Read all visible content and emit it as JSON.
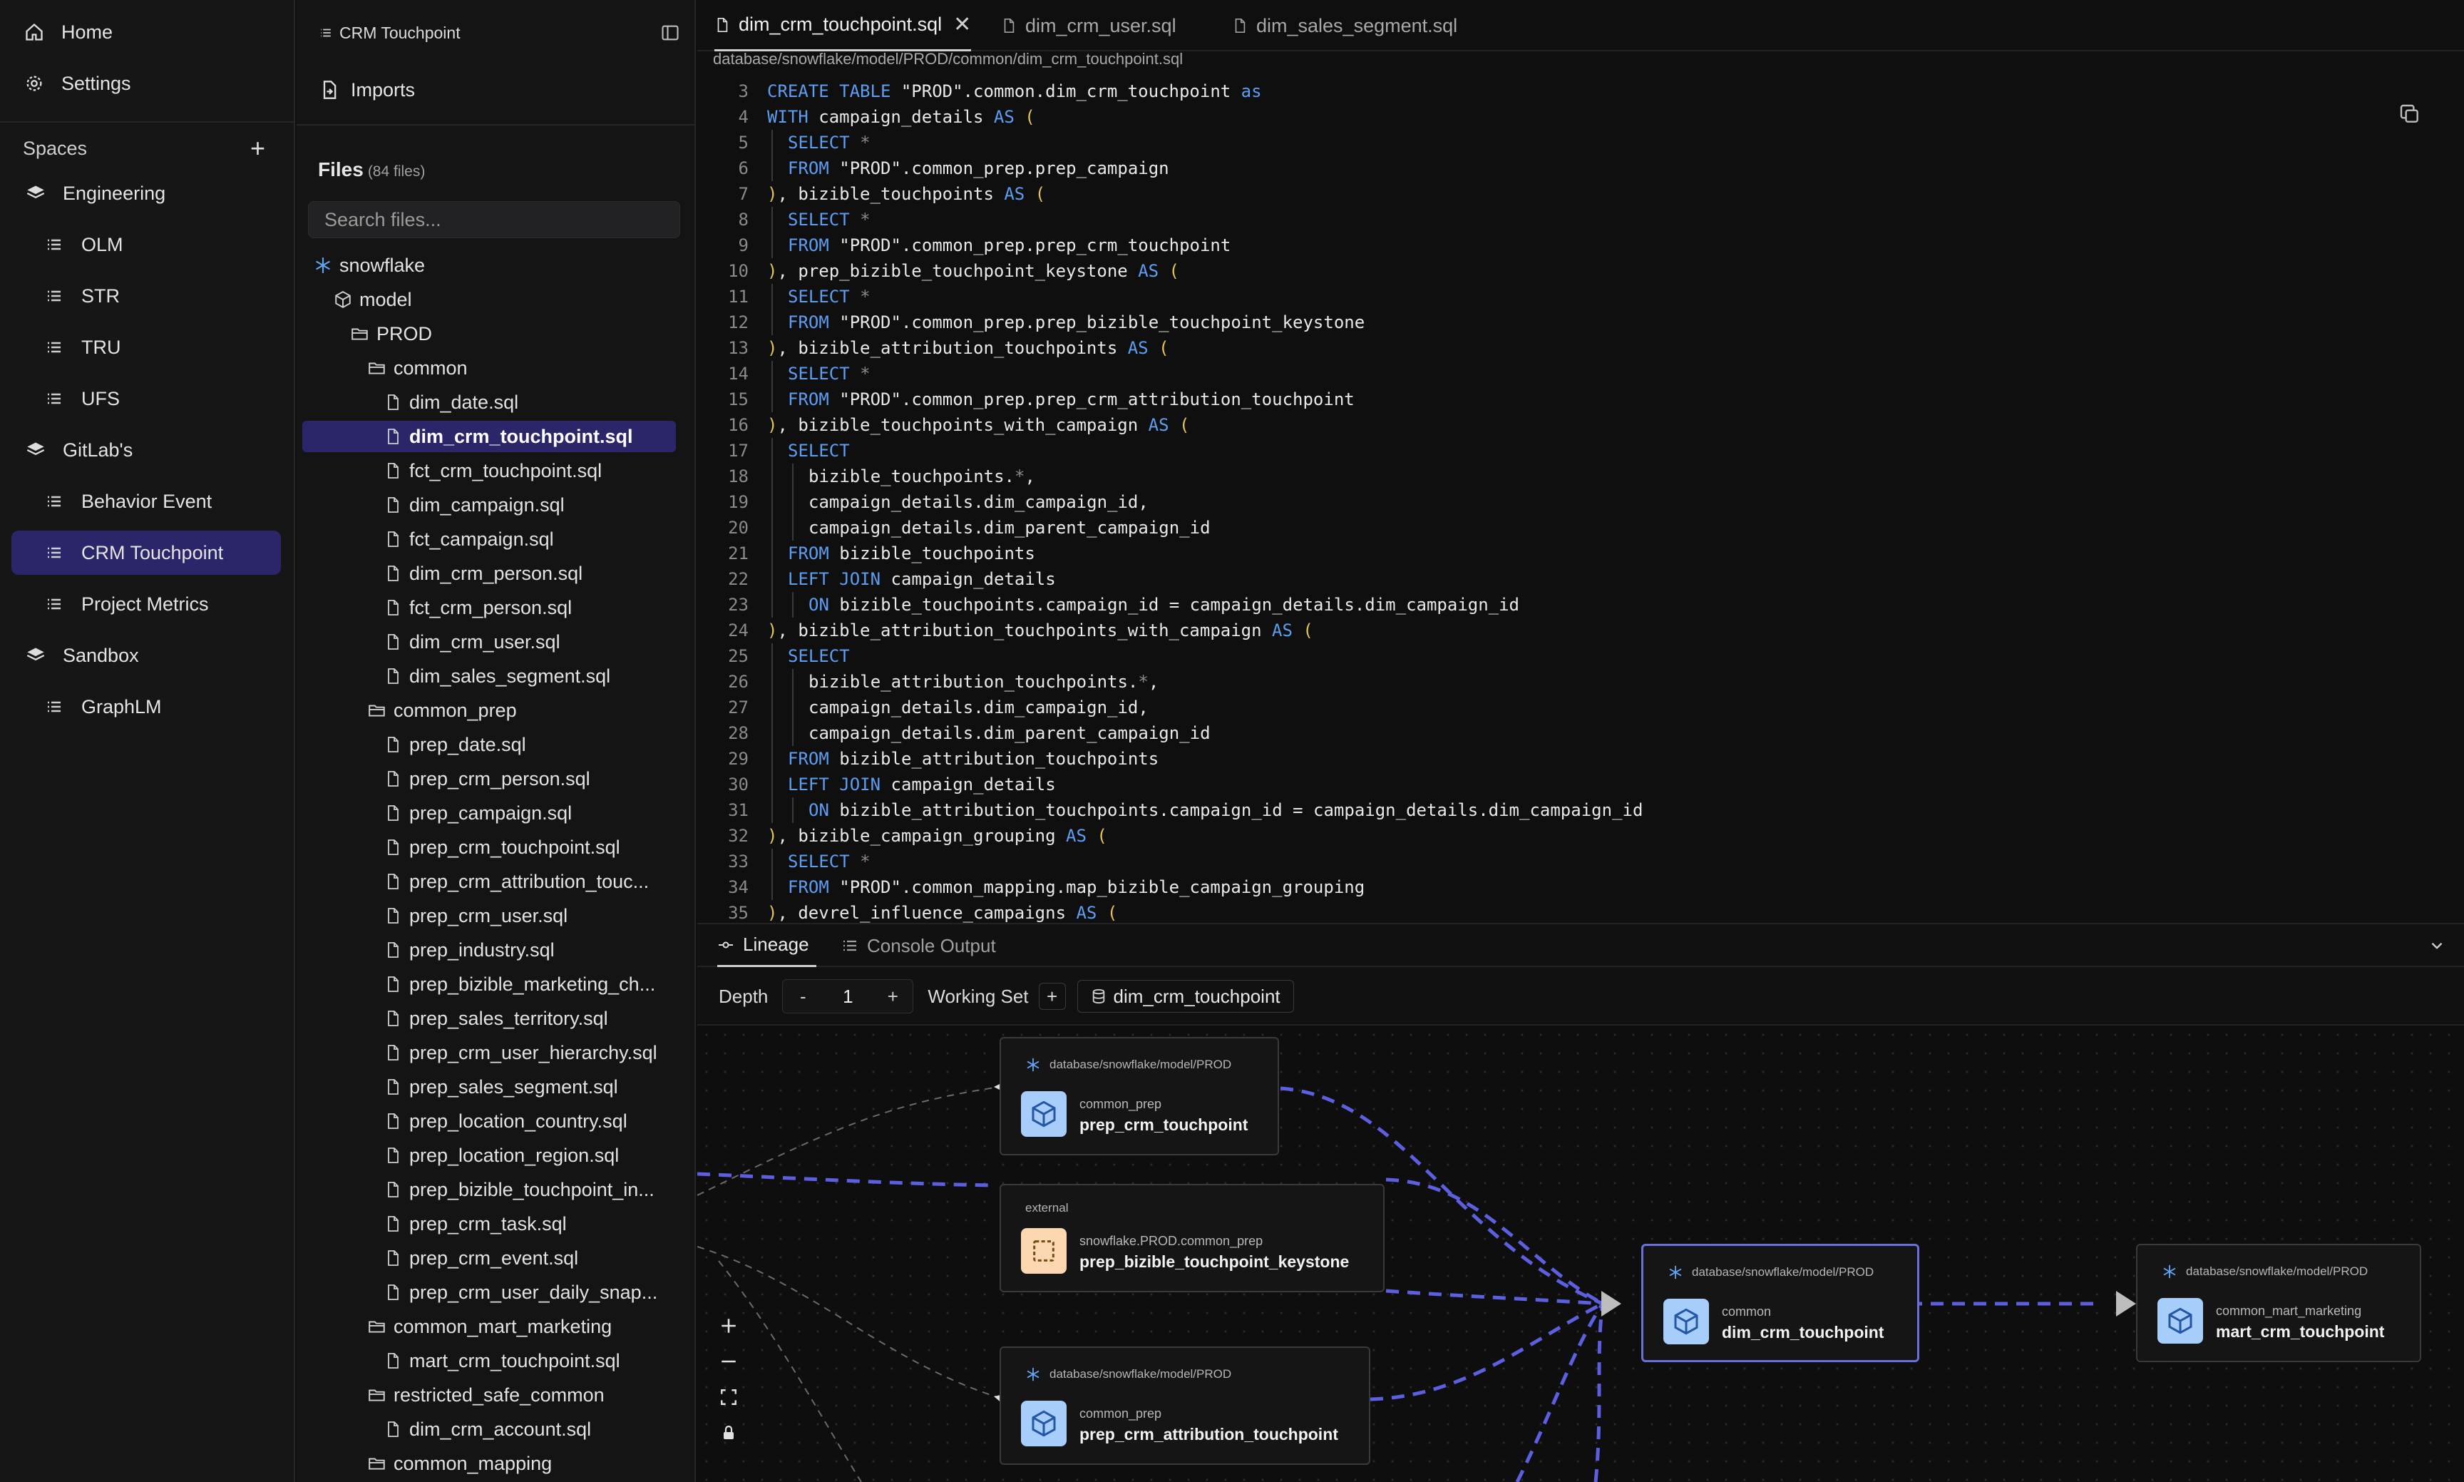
{
  "nav": {
    "home": "Home",
    "settings": "Settings",
    "spaces_label": "Spaces",
    "spaces": [
      {
        "label": "Engineering",
        "items": [
          "OLM",
          "STR",
          "TRU",
          "UFS"
        ]
      },
      {
        "label": "GitLab's",
        "items": [
          "Behavior Event",
          "CRM Touchpoint",
          "Project Metrics"
        ]
      },
      {
        "label": "Sandbox",
        "items": [
          "GraphLM"
        ]
      }
    ],
    "active_item": "CRM Touchpoint"
  },
  "files_panel": {
    "title": "CRM Touchpoint",
    "imports": "Imports",
    "files_label": "Files",
    "files_count": "(84 files)",
    "search_placeholder": "Search files...",
    "tree": [
      {
        "depth": 0,
        "type": "snowflake",
        "label": "snowflake"
      },
      {
        "depth": 1,
        "type": "cube",
        "label": "model"
      },
      {
        "depth": 2,
        "type": "folder",
        "label": "PROD"
      },
      {
        "depth": 3,
        "type": "folder",
        "label": "common"
      },
      {
        "depth": 4,
        "type": "file",
        "label": "dim_date.sql"
      },
      {
        "depth": 4,
        "type": "file",
        "label": "dim_crm_touchpoint.sql",
        "active": true
      },
      {
        "depth": 4,
        "type": "file",
        "label": "fct_crm_touchpoint.sql"
      },
      {
        "depth": 4,
        "type": "file",
        "label": "dim_campaign.sql"
      },
      {
        "depth": 4,
        "type": "file",
        "label": "fct_campaign.sql"
      },
      {
        "depth": 4,
        "type": "file",
        "label": "dim_crm_person.sql"
      },
      {
        "depth": 4,
        "type": "file",
        "label": "fct_crm_person.sql"
      },
      {
        "depth": 4,
        "type": "file",
        "label": "dim_crm_user.sql"
      },
      {
        "depth": 4,
        "type": "file",
        "label": "dim_sales_segment.sql"
      },
      {
        "depth": 3,
        "type": "folder",
        "label": "common_prep"
      },
      {
        "depth": 4,
        "type": "file",
        "label": "prep_date.sql"
      },
      {
        "depth": 4,
        "type": "file",
        "label": "prep_crm_person.sql"
      },
      {
        "depth": 4,
        "type": "file",
        "label": "prep_campaign.sql"
      },
      {
        "depth": 4,
        "type": "file",
        "label": "prep_crm_touchpoint.sql"
      },
      {
        "depth": 4,
        "type": "file",
        "label": "prep_crm_attribution_touc..."
      },
      {
        "depth": 4,
        "type": "file",
        "label": "prep_crm_user.sql"
      },
      {
        "depth": 4,
        "type": "file",
        "label": "prep_industry.sql"
      },
      {
        "depth": 4,
        "type": "file",
        "label": "prep_bizible_marketing_ch..."
      },
      {
        "depth": 4,
        "type": "file",
        "label": "prep_sales_territory.sql"
      },
      {
        "depth": 4,
        "type": "file",
        "label": "prep_crm_user_hierarchy.sql"
      },
      {
        "depth": 4,
        "type": "file",
        "label": "prep_sales_segment.sql"
      },
      {
        "depth": 4,
        "type": "file",
        "label": "prep_location_country.sql"
      },
      {
        "depth": 4,
        "type": "file",
        "label": "prep_location_region.sql"
      },
      {
        "depth": 4,
        "type": "file",
        "label": "prep_bizible_touchpoint_in..."
      },
      {
        "depth": 4,
        "type": "file",
        "label": "prep_crm_task.sql"
      },
      {
        "depth": 4,
        "type": "file",
        "label": "prep_crm_event.sql"
      },
      {
        "depth": 4,
        "type": "file",
        "label": "prep_crm_user_daily_snap..."
      },
      {
        "depth": 3,
        "type": "folder",
        "label": "common_mart_marketing"
      },
      {
        "depth": 4,
        "type": "file",
        "label": "mart_crm_touchpoint.sql"
      },
      {
        "depth": 3,
        "type": "folder",
        "label": "restricted_safe_common"
      },
      {
        "depth": 4,
        "type": "file",
        "label": "dim_crm_account.sql"
      },
      {
        "depth": 3,
        "type": "folder",
        "label": "common_mapping"
      }
    ]
  },
  "editor": {
    "tabs": [
      {
        "label": "dim_crm_touchpoint.sql",
        "active": true
      },
      {
        "label": "dim_crm_user.sql"
      },
      {
        "label": "dim_sales_segment.sql"
      }
    ],
    "path": "database/snowflake/model/PROD/common/dim_crm_touchpoint.sql",
    "lines": [
      {
        "n": "3",
        "indent": 0,
        "tokens": [
          [
            "kw",
            "CREATE TABLE "
          ],
          [
            "str",
            "\"PROD\".common.dim_crm_touchpoint "
          ],
          [
            "kw",
            "as"
          ]
        ]
      },
      {
        "n": "4",
        "indent": 0,
        "tokens": [
          [
            "kw",
            "WITH "
          ],
          [
            "str",
            "campaign_details "
          ],
          [
            "kw",
            "AS "
          ],
          [
            "par",
            "("
          ]
        ]
      },
      {
        "n": "5",
        "indent": 1,
        "tokens": [
          [
            "kw",
            "SELECT "
          ],
          [
            "star",
            "*"
          ]
        ]
      },
      {
        "n": "6",
        "indent": 1,
        "tokens": [
          [
            "kw",
            "FROM "
          ],
          [
            "str",
            "\"PROD\".common_prep.prep_campaign"
          ]
        ]
      },
      {
        "n": "7",
        "indent": 0,
        "tokens": [
          [
            "par",
            ")"
          ],
          [
            "str",
            ", bizible_touchpoints "
          ],
          [
            "kw",
            "AS "
          ],
          [
            "par",
            "("
          ]
        ]
      },
      {
        "n": "8",
        "indent": 1,
        "tokens": [
          [
            "kw",
            "SELECT "
          ],
          [
            "star",
            "*"
          ]
        ]
      },
      {
        "n": "9",
        "indent": 1,
        "tokens": [
          [
            "kw",
            "FROM "
          ],
          [
            "str",
            "\"PROD\".common_prep.prep_crm_touchpoint"
          ]
        ]
      },
      {
        "n": "10",
        "indent": 0,
        "tokens": [
          [
            "par",
            ")"
          ],
          [
            "str",
            ", prep_bizible_touchpoint_keystone "
          ],
          [
            "kw",
            "AS "
          ],
          [
            "par",
            "("
          ]
        ]
      },
      {
        "n": "11",
        "indent": 1,
        "tokens": [
          [
            "kw",
            "SELECT "
          ],
          [
            "star",
            "*"
          ]
        ]
      },
      {
        "n": "12",
        "indent": 1,
        "tokens": [
          [
            "kw",
            "FROM "
          ],
          [
            "str",
            "\"PROD\".common_prep.prep_bizible_touchpoint_keystone"
          ]
        ]
      },
      {
        "n": "13",
        "indent": 0,
        "tokens": [
          [
            "par",
            ")"
          ],
          [
            "str",
            ", bizible_attribution_touchpoints "
          ],
          [
            "kw",
            "AS "
          ],
          [
            "par",
            "("
          ]
        ]
      },
      {
        "n": "14",
        "indent": 1,
        "tokens": [
          [
            "kw",
            "SELECT "
          ],
          [
            "star",
            "*"
          ]
        ]
      },
      {
        "n": "15",
        "indent": 1,
        "tokens": [
          [
            "kw",
            "FROM "
          ],
          [
            "str",
            "\"PROD\".common_prep.prep_crm_attribution_touchpoint"
          ]
        ]
      },
      {
        "n": "16",
        "indent": 0,
        "tokens": [
          [
            "par",
            ")"
          ],
          [
            "str",
            ", bizible_touchpoints_with_campaign "
          ],
          [
            "kw",
            "AS "
          ],
          [
            "par",
            "("
          ]
        ]
      },
      {
        "n": "17",
        "indent": 1,
        "tokens": [
          [
            "kw",
            "SELECT"
          ]
        ]
      },
      {
        "n": "18",
        "indent": 2,
        "tokens": [
          [
            "str",
            "bizible_touchpoints."
          ],
          [
            "star",
            "*"
          ],
          [
            "str",
            ","
          ]
        ]
      },
      {
        "n": "19",
        "indent": 2,
        "tokens": [
          [
            "str",
            "campaign_details.dim_campaign_id,"
          ]
        ]
      },
      {
        "n": "20",
        "indent": 2,
        "tokens": [
          [
            "str",
            "campaign_details.dim_parent_campaign_id"
          ]
        ]
      },
      {
        "n": "21",
        "indent": 1,
        "tokens": [
          [
            "kw",
            "FROM "
          ],
          [
            "str",
            "bizible_touchpoints"
          ]
        ]
      },
      {
        "n": "22",
        "indent": 1,
        "tokens": [
          [
            "kw",
            "LEFT JOIN "
          ],
          [
            "str",
            "campaign_details"
          ]
        ]
      },
      {
        "n": "23",
        "indent": 2,
        "tokens": [
          [
            "kw",
            "ON "
          ],
          [
            "str",
            "bizible_touchpoints.campaign_id = campaign_details.dim_campaign_id"
          ]
        ]
      },
      {
        "n": "24",
        "indent": 0,
        "tokens": [
          [
            "par",
            ")"
          ],
          [
            "str",
            ", bizible_attribution_touchpoints_with_campaign "
          ],
          [
            "kw",
            "AS "
          ],
          [
            "par",
            "("
          ]
        ]
      },
      {
        "n": "25",
        "indent": 1,
        "tokens": [
          [
            "kw",
            "SELECT"
          ]
        ]
      },
      {
        "n": "26",
        "indent": 2,
        "tokens": [
          [
            "str",
            "bizible_attribution_touchpoints."
          ],
          [
            "star",
            "*"
          ],
          [
            "str",
            ","
          ]
        ]
      },
      {
        "n": "27",
        "indent": 2,
        "tokens": [
          [
            "str",
            "campaign_details.dim_campaign_id,"
          ]
        ]
      },
      {
        "n": "28",
        "indent": 2,
        "tokens": [
          [
            "str",
            "campaign_details.dim_parent_campaign_id"
          ]
        ]
      },
      {
        "n": "29",
        "indent": 1,
        "tokens": [
          [
            "kw",
            "FROM "
          ],
          [
            "str",
            "bizible_attribution_touchpoints"
          ]
        ]
      },
      {
        "n": "30",
        "indent": 1,
        "tokens": [
          [
            "kw",
            "LEFT JOIN "
          ],
          [
            "str",
            "campaign_details"
          ]
        ]
      },
      {
        "n": "31",
        "indent": 2,
        "tokens": [
          [
            "kw",
            "ON "
          ],
          [
            "str",
            "bizible_attribution_touchpoints.campaign_id = campaign_details.dim_campaign_id"
          ]
        ]
      },
      {
        "n": "32",
        "indent": 0,
        "tokens": [
          [
            "par",
            ")"
          ],
          [
            "str",
            ", bizible_campaign_grouping "
          ],
          [
            "kw",
            "AS "
          ],
          [
            "par",
            "("
          ]
        ]
      },
      {
        "n": "33",
        "indent": 1,
        "tokens": [
          [
            "kw",
            "SELECT "
          ],
          [
            "star",
            "*"
          ]
        ]
      },
      {
        "n": "34",
        "indent": 1,
        "tokens": [
          [
            "kw",
            "FROM "
          ],
          [
            "str",
            "\"PROD\".common_mapping.map_bizible_campaign_grouping"
          ]
        ]
      },
      {
        "n": "35",
        "indent": 0,
        "tokens": [
          [
            "par",
            ")"
          ],
          [
            "str",
            ", devrel_influence_campaigns "
          ],
          [
            "kw",
            "AS "
          ],
          [
            "par",
            "("
          ]
        ]
      }
    ]
  },
  "bottom_panel": {
    "tabs": [
      {
        "label": "Lineage",
        "active": true
      },
      {
        "label": "Console Output"
      }
    ],
    "depth_label": "Depth",
    "depth_minus": "-",
    "depth_value": "1",
    "depth_plus": "+",
    "working_set_label": "Working Set",
    "working_set_plus": "+",
    "working_set_chip": "dim_crm_touchpoint",
    "nodes": {
      "prep_crm_touchpoint": {
        "path": "database/snowflake/model/PROD",
        "schema": "common_prep",
        "name": "prep_crm_touchpoint"
      },
      "keystone": {
        "tag": "external",
        "schema": "snowflake.PROD.common_prep",
        "name": "prep_bizible_touchpoint_keystone"
      },
      "prep_crm_attribution": {
        "path": "database/snowflake/model/PROD",
        "schema": "common_prep",
        "name": "prep_crm_attribution_touchpoint"
      },
      "dim_crm_touchpoint": {
        "path": "database/snowflake/model/PROD",
        "schema": "common",
        "name": "dim_crm_touchpoint"
      },
      "mart_crm_touchpoint": {
        "path": "database/snowflake/model/PROD",
        "schema": "common_mart_marketing",
        "name": "mart_crm_touchpoint"
      }
    }
  },
  "colors": {
    "accent": "#2a2669",
    "edge": "#6366f1",
    "keyword": "#5b9ef2",
    "paren": "#e6c550"
  }
}
